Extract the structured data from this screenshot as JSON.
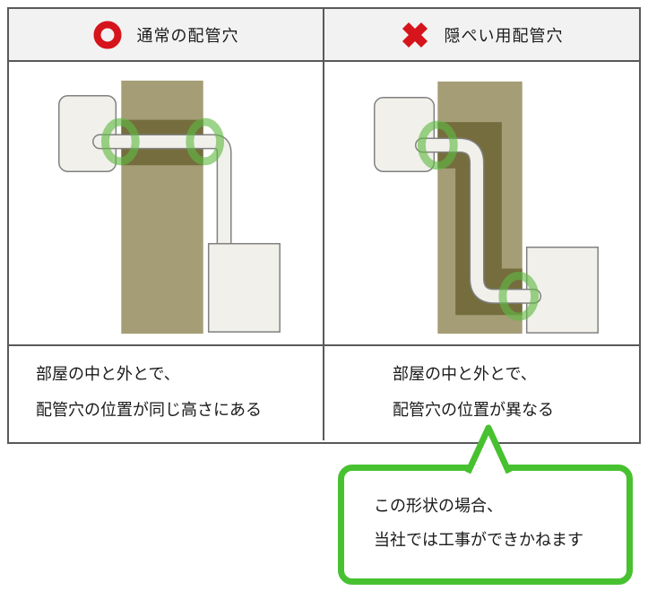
{
  "header": {
    "left": {
      "icon": "circle-ok-icon",
      "label": "通常の配管穴"
    },
    "right": {
      "icon": "cross-ng-icon",
      "label": "隠ぺい用配管穴"
    }
  },
  "captions": {
    "left": {
      "line1": "部屋の中と外とで、",
      "line2": "配管穴の位置が同じ高さにある"
    },
    "right": {
      "line1": "部屋の中と外とで、",
      "line2": "配管穴の位置が異なる"
    }
  },
  "callout": {
    "line1": "この形状の場合、",
    "line2": "当社では工事ができかねます"
  },
  "colors": {
    "accent_red": "#d6141c",
    "callout_green": "#48c130",
    "wall": "#a59d76",
    "wall_hole": "#756d3d",
    "hole_marker_green": "#60ba42",
    "border_gray": "#595959",
    "header_bg": "#f2f2f2"
  }
}
